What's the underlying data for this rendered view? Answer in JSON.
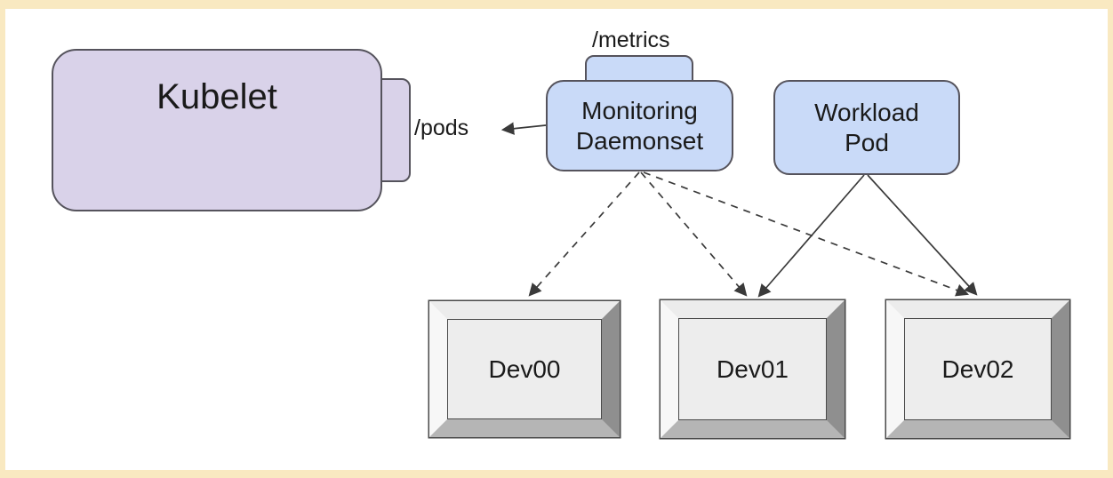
{
  "diagram": {
    "title_hint": "Kubelet device monitoring architecture",
    "kubelet": {
      "label": "Kubelet"
    },
    "pods_endpoint": {
      "label": "/pods"
    },
    "metrics_endpoint": {
      "label": "/metrics"
    },
    "monitoring_daemonset": {
      "line1": "Monitoring",
      "line2": "Daemonset"
    },
    "workload_pod": {
      "line1": "Workload",
      "line2": "Pod"
    },
    "devices": [
      {
        "label": "Dev00"
      },
      {
        "label": "Dev01"
      },
      {
        "label": "Dev02"
      }
    ],
    "edges": [
      {
        "from": "monitoring-daemonset",
        "to": "kubelet",
        "via": "/pods",
        "style": "solid-arrow-left"
      },
      {
        "from": "monitoring-daemonset",
        "to": "Dev00",
        "style": "dashed"
      },
      {
        "from": "monitoring-daemonset",
        "to": "Dev01",
        "style": "dashed"
      },
      {
        "from": "monitoring-daemonset",
        "to": "Dev02",
        "style": "dashed"
      },
      {
        "from": "workload-pod",
        "to": "Dev01",
        "style": "solid"
      },
      {
        "from": "workload-pod",
        "to": "Dev02",
        "style": "solid"
      }
    ],
    "colors": {
      "frame": "#f9e9c1",
      "canvas": "#ffffff",
      "kubelet_fill": "#d9d2e9",
      "pod_fill": "#c9daf8",
      "node_stroke": "#55535c",
      "arrow": "#3a3a3a",
      "device_face": "#ededed",
      "device_bevel_dark": "#8f8f8f",
      "device_bevel_bottom": "#b5b5b5"
    }
  }
}
